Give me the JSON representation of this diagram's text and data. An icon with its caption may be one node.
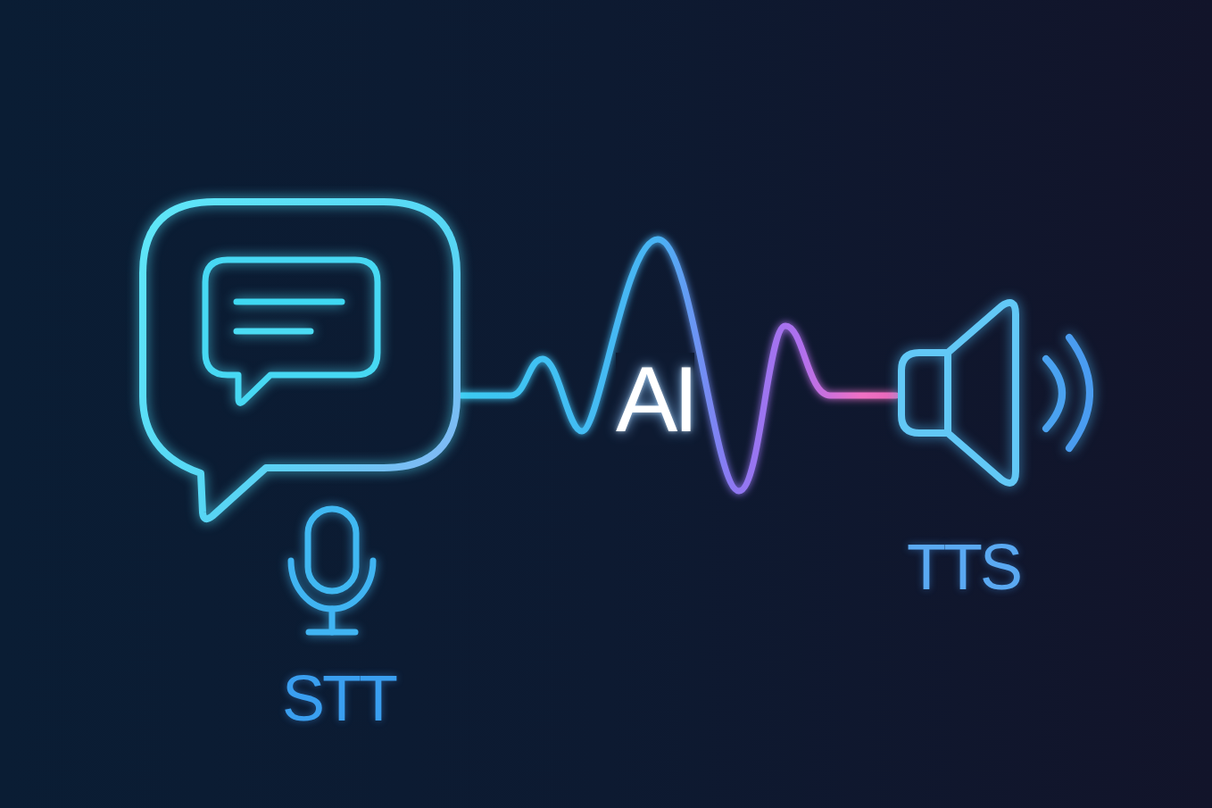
{
  "diagram": {
    "nodes": [
      {
        "text": [],
        "shape": "picture"
      },
      {
        "text": [],
        "shape": "picture",
        "beside": [
          "TTS"
        ]
      }
    ],
    "edges": [
      {
        "from": 0,
        "to": 1,
        "arrow": "none",
        "label": "AI"
      }
    ],
    "labels": [
      "STT"
    ]
  }
}
